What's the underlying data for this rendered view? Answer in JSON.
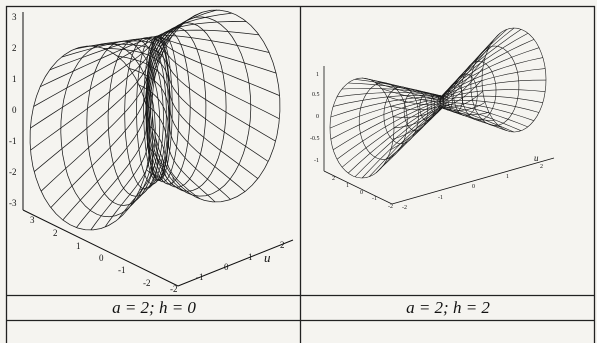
{
  "panels": [
    {
      "caption": "a = 2;   h = 0",
      "axis_label": "u",
      "z_ticks": [
        "3",
        "2",
        "1",
        "0",
        "-1",
        "-2",
        "-3"
      ],
      "y_ticks": [
        "3",
        "2",
        "1",
        "0",
        "-1",
        "-2"
      ],
      "x_ticks": [
        "-2",
        "-1",
        "0",
        "1",
        "2"
      ]
    },
    {
      "caption": "a = 2;   h = 2",
      "axis_label": "u",
      "z_ticks": [
        "1",
        "0.5",
        "0",
        "-0.5",
        "-1"
      ],
      "y_ticks": [
        "2",
        "1",
        "0",
        "-1",
        "-2"
      ],
      "x_ticks": [
        "-2",
        "-1",
        "0",
        "1",
        "2"
      ]
    }
  ],
  "colors": {
    "paper": "#f5f4f0",
    "ink": "#111111",
    "grid": "#222222"
  }
}
